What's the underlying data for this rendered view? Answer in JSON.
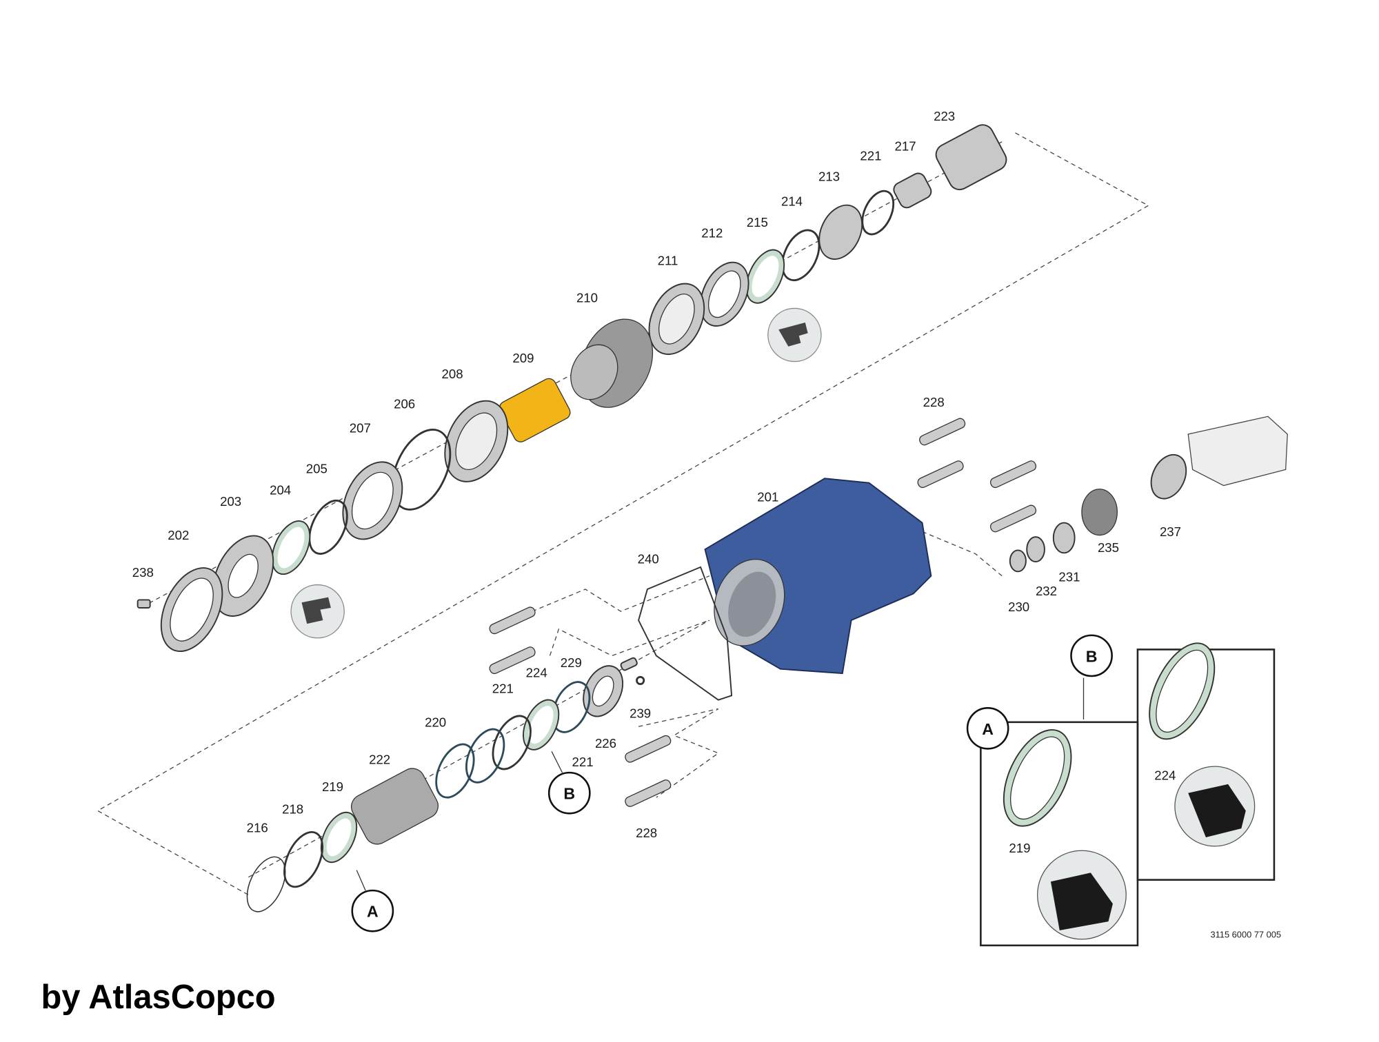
{
  "brand_caption": "by AtlasCopco",
  "drawing_number": "3115 6000 77 005",
  "colors": {
    "housing": "#3d5d9e",
    "sleeve": "#f2b416",
    "seal_green": "#c9ddcf"
  },
  "labels": {
    "p223": "223",
    "p217": "217",
    "p221a": "221",
    "p213": "213",
    "p214": "214",
    "p215": "215",
    "p212": "212",
    "p211": "211",
    "p210": "210",
    "p209": "209",
    "p208": "208",
    "p206": "206",
    "p207": "207",
    "p205": "205",
    "p204": "204",
    "p203": "203",
    "p202": "202",
    "p238": "238",
    "p228a": "228",
    "p201": "201",
    "p240": "240",
    "p237": "237",
    "p235": "235",
    "p231": "231",
    "p232": "232",
    "p230": "230",
    "p229": "229",
    "p239": "239",
    "p224": "224",
    "p221b": "221",
    "p220": "220",
    "p226": "226",
    "p221c": "221",
    "p222": "222",
    "p219": "219",
    "p218": "218",
    "p216": "216",
    "p228b": "228",
    "p224i": "224",
    "p219i": "219"
  },
  "callouts": {
    "a": "A",
    "b": "B",
    "inset_a": "A",
    "inset_b": "B"
  }
}
